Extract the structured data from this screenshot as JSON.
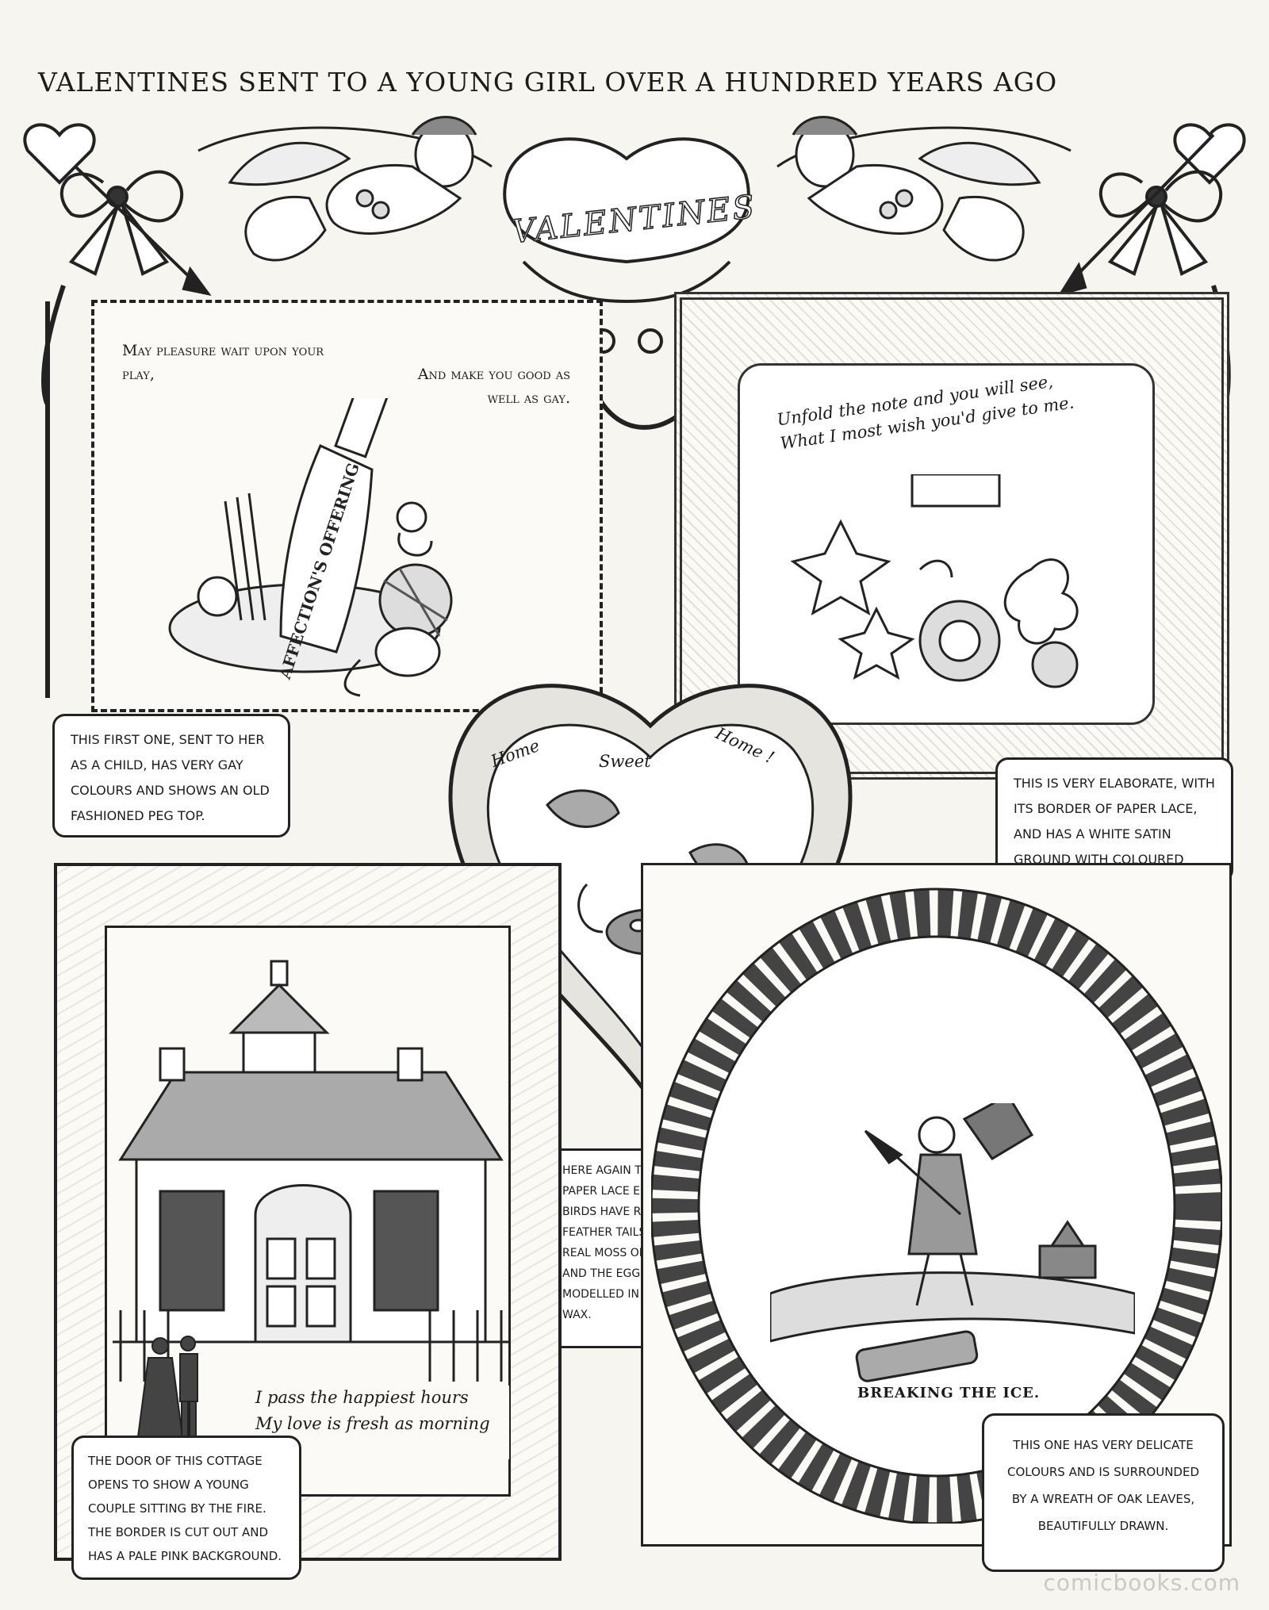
{
  "page": {
    "title": "VALENTINES SENT TO A YOUNG GIRL OVER A HUNDRED YEARS AGO",
    "banner": "VALENTINES",
    "watermark": "comicbooks.com"
  },
  "card1": {
    "verse_left": "May pleasure wait upon your play,",
    "verse_right": "And make you good as well as gay.",
    "bottle_label": "AFFECTION'S OFFERING",
    "caption": "This first one, sent to her as a child, has very gay colours and shows an old fashioned peg top."
  },
  "card2": {
    "verse": "Unfold the note and you will see, What I most wish you'd give to me.",
    "caption": "This is very elaborate, with its border of paper lace, and has a white satin ground with coloured paper flowers."
  },
  "card3": {
    "word_home": "Home",
    "word_sweet": "Sweet",
    "word_home2": "Home !",
    "caption": "Here again there is a paper lace edge. The birds have real feather tails. There is real moss on the nest and the eggs are modelled in white wax."
  },
  "card4": {
    "verse_line1": "I pass the happiest hours with you,",
    "verse_line2": "My love is fresh as morning dew.",
    "caption": "The door of this cottage opens to show a young couple sitting by the fire. The border is cut out and has a pale pink background."
  },
  "card5": {
    "title": "BREAKING THE ICE.",
    "caption": "This one has very delicate colours and is surrounded by a wreath of oak leaves, beautifully drawn."
  },
  "colors": {
    "ink": "#1b1b1b",
    "paper": "#fbfaf6",
    "shade": "#8a8a8a"
  }
}
